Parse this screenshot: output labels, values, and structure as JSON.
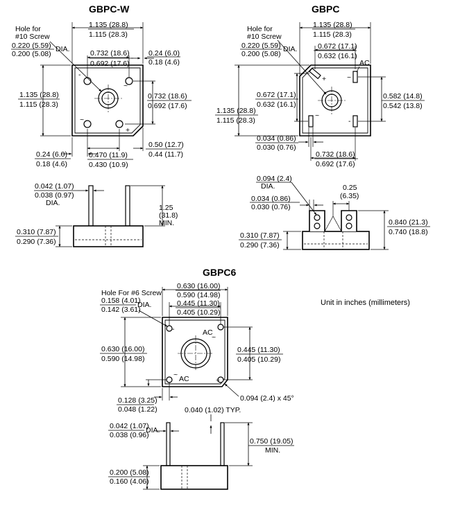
{
  "titles": {
    "gbpcw": "GBPC-W",
    "gbpc": "GBPC",
    "gbpc6": "GBPC6"
  },
  "unit_note": "Unit in inches (millimeters)",
  "gbpcw": {
    "hole_label_1": "Hole for",
    "hole_label_2": "#10 Screw",
    "hole_dia_max": "0.220 (5.59)",
    "hole_dia_min": "0.200 (5.08)",
    "hole_dia_suffix": "DIA.",
    "width_max": "1.135 (28.8)",
    "width_min": "1.115 (28.3)",
    "inner_max": "0.732 (18.6)",
    "inner_min": "0.692 (17.6)",
    "edge_max": "0.24 (6.0)",
    "edge_min": "0.18 (4.6)",
    "height_max": "1.135 (28.8)",
    "height_min": "1.115 (28.3)",
    "vinner_max": "0.732 (18.6)",
    "vinner_min": "0.692 (17.6)",
    "left_edge_max": "0.24 (6.0)",
    "left_edge_min": "0.18 (4.6)",
    "pin_space_max": "0.470 (11.9)",
    "pin_space_min": "0.430 (10.9)",
    "corner_max": "0.50 (12.7)",
    "corner_min": "0.44 (11.7)",
    "lead_dia_max": "0.042 (1.07)",
    "lead_dia_min": "0.038 (0.97)",
    "lead_dia_suffix": "DIA.",
    "lead_len_1": "1.25",
    "lead_len_2": "(31.8)",
    "lead_len_3": "MIN.",
    "body_h_max": "0.310 (7.87)",
    "body_h_min": "0.290 (7.36)",
    "pin_marks": [
      "-",
      "~",
      "~",
      "+"
    ]
  },
  "gbpc": {
    "hole_label_1": "Hole for",
    "hole_label_2": "#10 Screw",
    "hole_dia_max": "0.220 (5.59)",
    "hole_dia_min": "0.200 (5.08)",
    "hole_dia_suffix": "DIA.",
    "width_max": "1.135 (28.8)",
    "width_min": "1.115 (28.3)",
    "top_inner_max": "0.672 (17.1)",
    "top_inner_min": "0.632 (16.1)",
    "ac_label": "AC",
    "left_inner_max": "0.672 (17.1)",
    "left_inner_min": "0.632 (16.1)",
    "right_inner_max": "0.582 (14.8)",
    "right_inner_min": "0.542 (13.8)",
    "height_max": "1.135 (28.8)",
    "height_min": "1.115 (28.3)",
    "term_w_max": "0.034 (0.86)",
    "term_w_min": "0.030 (0.76)",
    "bottom_inner_max": "0.732 (18.6)",
    "bottom_inner_min": "0.692 (17.6)",
    "term_dia_max": "0.094 (2.4)",
    "term_dia_suffix": "DIA.",
    "term_t_max": "0.034 (0.86)",
    "term_t_min": "0.030 (0.76)",
    "term_pitch_1": "0.25",
    "term_pitch_2": "(6.35)",
    "total_h_max": "0.840 (21.3)",
    "total_h_min": "0.740 (18.8)",
    "body_h_max": "0.310 (7.87)",
    "body_h_min": "0.290 (7.36)",
    "pin_marks": [
      "+",
      "~",
      "~",
      "-"
    ]
  },
  "gbpc6": {
    "hole_label": "Hole For #6 Screw",
    "hole_dia_max": "0.158 (4.01)",
    "hole_dia_min": "0.142 (3.61)",
    "hole_dia_suffix": "DIA.",
    "width_max": "0.630 (16.00)",
    "width_min": "0.590 (14.98)",
    "inner_max": "0.445 (11.30)",
    "inner_min": "0.405 (10.29)",
    "height_max": "0.630 (16.00)",
    "height_min": "0.590 (14.98)",
    "vinner_max": "0.445 (11.30)",
    "vinner_min": "0.405 (10.29)",
    "ac_top": "AC",
    "ac_bottom": "AC",
    "edge_max": "0.128 (3.25)",
    "edge_min": "0.048 (1.22)",
    "chamfer": "0.094 (2.4) x 45°",
    "lead_pitch": "0.040 (1.02) TYP.",
    "lead_dia_max": "0.042 (1.07)",
    "lead_dia_min": "0.038 (0.96)",
    "lead_dia_suffix": "DIA.",
    "lead_len_1": "0.750 (19.05)",
    "lead_len_2": "MIN.",
    "body_h_max": "0.200 (5.08)",
    "body_h_min": "0.160 (4.06)",
    "pin_marks": [
      "-",
      "~",
      "~",
      "+"
    ]
  }
}
